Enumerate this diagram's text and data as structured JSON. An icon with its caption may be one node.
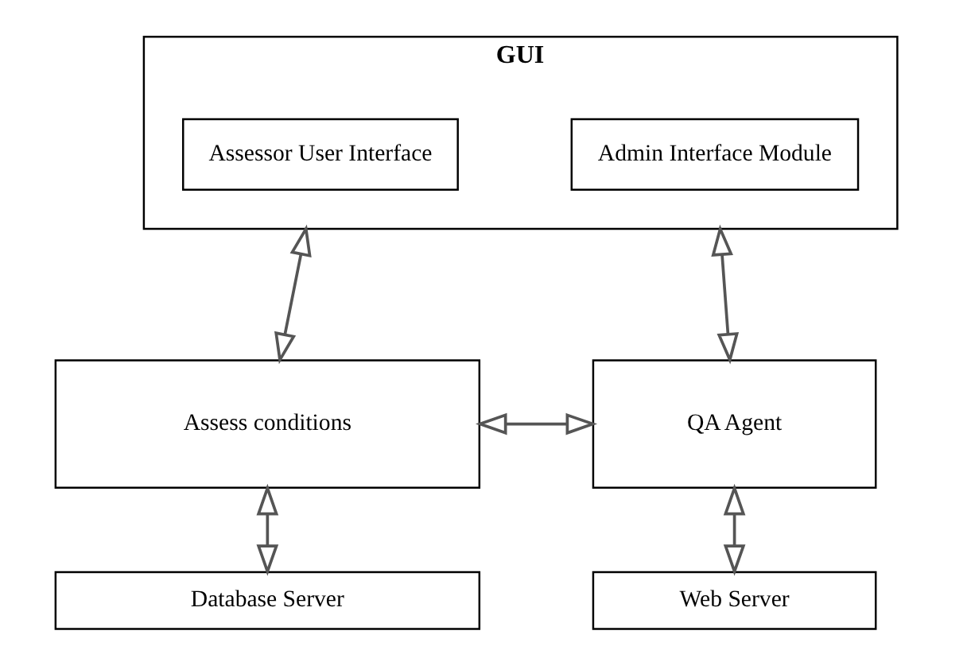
{
  "diagram": {
    "nodes": [
      {
        "text": [
          "GUI"
        ]
      },
      {
        "text": [
          "Assessor User Interface"
        ],
        "in": 0
      },
      {
        "text": [
          "Admin Interface Module"
        ],
        "in": 0
      },
      {
        "text": [
          "Assess conditions"
        ]
      },
      {
        "text": [
          "QA Agent"
        ]
      },
      {
        "text": [
          "Database Server"
        ]
      },
      {
        "text": [
          "Web Server"
        ]
      }
    ],
    "edges": [
      {
        "from": 0,
        "to": 3,
        "arrow": "both"
      },
      {
        "from": 0,
        "to": 4,
        "arrow": "both"
      },
      {
        "from": 3,
        "to": 4,
        "arrow": "both"
      },
      {
        "from": 3,
        "to": 5,
        "arrow": "both"
      },
      {
        "from": 4,
        "to": 6,
        "arrow": "both"
      }
    ]
  }
}
